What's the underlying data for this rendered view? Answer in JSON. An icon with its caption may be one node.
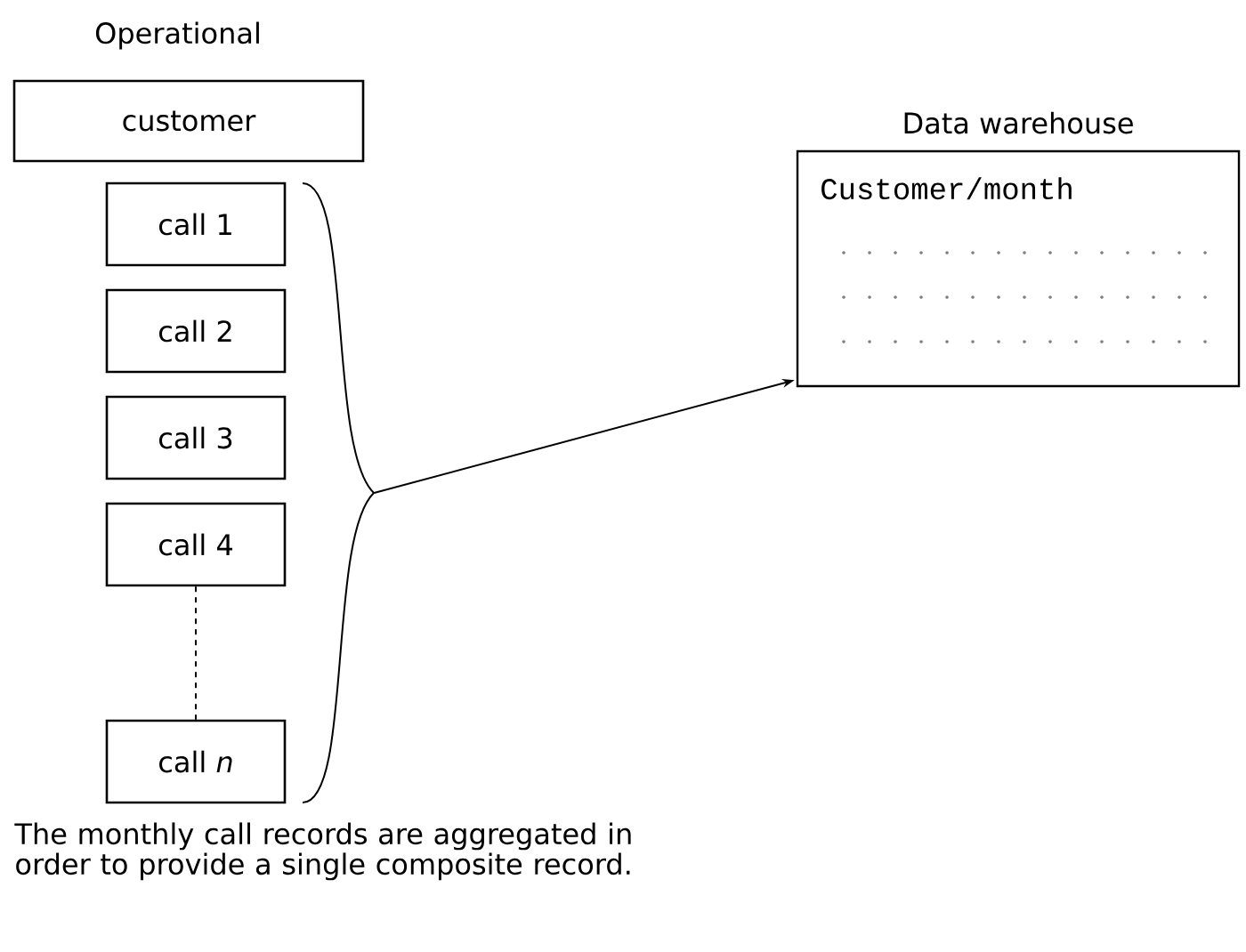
{
  "diagram": {
    "caption": "The monthly call records are aggregated in order to provide a single composite record.",
    "nodes": [
      {
        "text": [
          "customer"
        ]
      },
      {
        "text": [
          "call 1"
        ]
      },
      {
        "text": [
          "call 2"
        ]
      },
      {
        "text": [
          "call 3"
        ]
      },
      {
        "text": [
          "call 4"
        ]
      },
      {
        "text": [
          "call *n*"
        ]
      },
      {
        "text": [
          "Data warehouse",
          "Customer/month"
        ]
      },
      {
        "text": [],
        "shape": "brace"
      }
    ],
    "edges": [
      {
        "from": 4,
        "to": 5,
        "arrow": "none",
        "style": "dashed"
      },
      {
        "from": 7,
        "to": 6,
        "arrow": "to"
      }
    ],
    "labels": [
      "Operational"
    ]
  }
}
